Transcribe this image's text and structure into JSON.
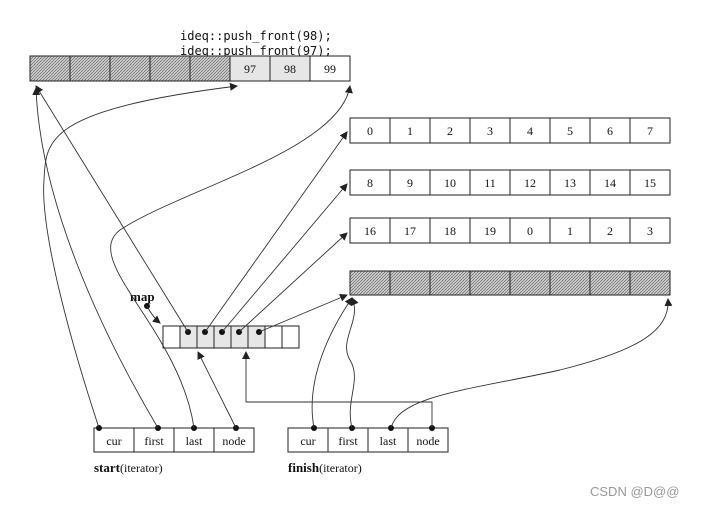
{
  "code": {
    "line1": "ideq::push_front(98);",
    "line2": "ideq::push_front(97);"
  },
  "top_buffer": {
    "cells": [
      "",
      "",
      "",
      "",
      "",
      "97",
      "98",
      "99"
    ]
  },
  "buffers": [
    {
      "cells": [
        "0",
        "1",
        "2",
        "3",
        "4",
        "5",
        "6",
        "7"
      ]
    },
    {
      "cells": [
        "8",
        "9",
        "10",
        "11",
        "12",
        "13",
        "14",
        "15"
      ]
    },
    {
      "cells": [
        "16",
        "17",
        "18",
        "19",
        "0",
        "1",
        "2",
        "3"
      ]
    },
    {
      "cells": [
        "",
        "",
        "",
        "",
        "",
        "",
        "",
        ""
      ]
    }
  ],
  "map": {
    "label": "map"
  },
  "start_iterator": {
    "name": "start",
    "suffix": "(iterator)",
    "fields": [
      "cur",
      "first",
      "last",
      "node"
    ]
  },
  "finish_iterator": {
    "name": "finish",
    "suffix": "(iterator)",
    "fields": [
      "cur",
      "first",
      "last",
      "node"
    ]
  },
  "watermark": "CSDN @D@@"
}
